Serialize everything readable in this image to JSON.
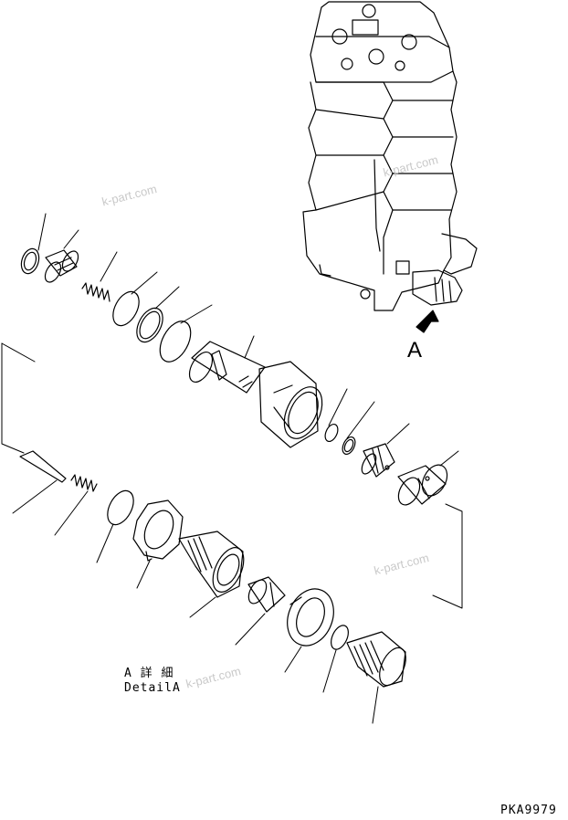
{
  "labels": {
    "view_marker": "A",
    "detail_line_1": "A 詳 細",
    "detail_line_2": "DetailA",
    "drawing_code": "PKA9979"
  },
  "watermarks": [
    "k-part.com",
    "k-part.com",
    "k-part.com",
    "k-part.com"
  ],
  "colors": {
    "line": "#000000",
    "background": "#ffffff",
    "watermark": "#c9c9c9"
  }
}
